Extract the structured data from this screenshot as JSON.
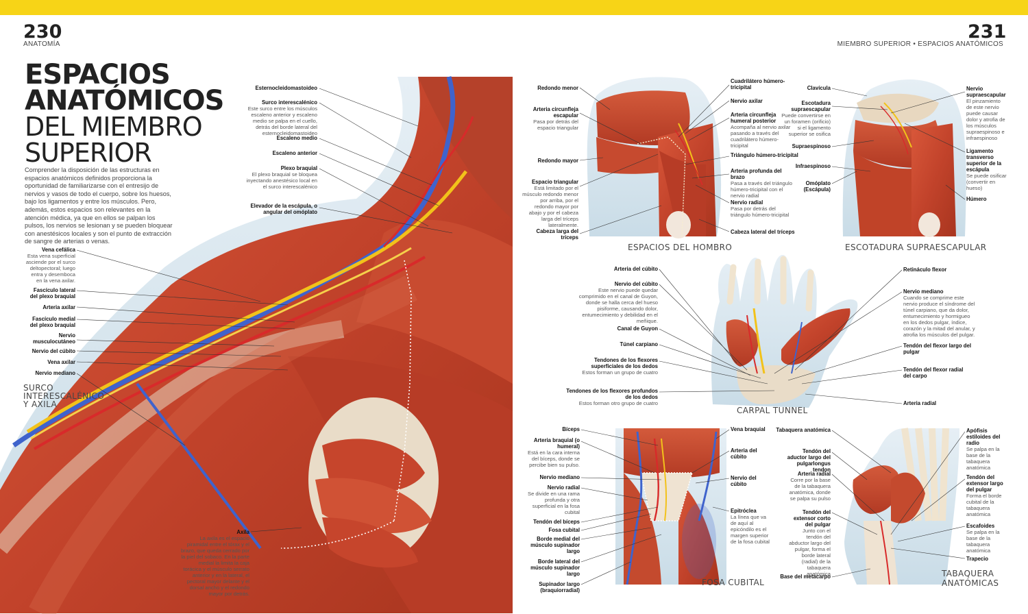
{
  "left_page": {
    "number": "230",
    "section": "ANATOMÍA",
    "title_line1": "ESPACIOS",
    "title_line2": "ANATÓMICOS",
    "title_line3": "DEL MIEMBRO",
    "title_line4": "SUPERIOR",
    "intro": "Comprender la disposición de las estructuras en espacios anatómicos definidos proporciona la oportunidad de familiarizarse con el entresijo de nervios y vasos de todo el cuerpo, sobre los huesos, bajo los ligamentos y entre los músculos. Pero, además, estos espacios son relevantes en la atención médica, ya que en ellos se palpan los pulsos, los nervios se lesionan y se pueden bloquear con anestésicos locales y son el punto de extracción de sangre de arterias o venas.",
    "main_caption_1": "SURCO",
    "main_caption_2": "INTERESCALÉNICO",
    "main_caption_3": "Y AXILA",
    "labels": {
      "esternocleido": {
        "title": "Esternocleidomastoideo",
        "desc": ""
      },
      "surco": {
        "title": "Surco interescalénico",
        "desc": "Este surco entre los músculos escaleno anterior y escaleno medio se palpa en el cuello, detrás del borde lateral del esternocleidomastoideo"
      },
      "escaleno_medio": {
        "title": "Escaleno medio",
        "desc": ""
      },
      "escaleno_anterior": {
        "title": "Escaleno anterior",
        "desc": ""
      },
      "plexo": {
        "title": "Plexo braquial",
        "desc": "El plexo braquial se bloquea inyectando anestésico local en el surco interescalénico"
      },
      "elevador": {
        "title": "Elevador de la escápula, o angular del omóplato",
        "desc": ""
      },
      "vena_cefalica": {
        "title": "Vena cefálica",
        "desc": "Esta vena superficial asciende por el surco deltopectoral; luego entra y desemboca en la vena axilar."
      },
      "fasciculo_lateral": {
        "title": "Fascículo lateral del plexo braquial",
        "desc": ""
      },
      "arteria_axilar": {
        "title": "Arteria axilar",
        "desc": ""
      },
      "fasciculo_medial": {
        "title": "Fascículo medial del plexo braquial",
        "desc": ""
      },
      "musculocutaneo": {
        "title": "Nervio musculocutáneo",
        "desc": ""
      },
      "nervio_cubito": {
        "title": "Nervio del cúbito",
        "desc": ""
      },
      "vena_axilar": {
        "title": "Vena axilar",
        "desc": ""
      },
      "nervio_mediano": {
        "title": "Nervio mediano",
        "desc": ""
      },
      "axila": {
        "title": "Axila",
        "desc": "La axila es el espacio piramidal entre el tórax y el brazo, que queda cerrado por la piel del sobaco. En la parte medial la limita la caja torácica y el músculo serrato anterior y en la lateral, el pectoral mayor delante y el dorsal ancho y el redondo mayor por detrás."
      }
    }
  },
  "right_page": {
    "number": "231",
    "section": "MIEMBRO SUPERIOR • ESPACIOS ANATÓMICOS",
    "captions": {
      "hombro": "ESPACIOS DEL HOMBRO",
      "escotadura": "ESCOTADURA SUPRAESCAPULAR",
      "carpal": "CARPAL TUNNEL",
      "fosa": "FOSA CUBITAL",
      "tabaquera_1": "TABAQUERA",
      "tabaquera_2": "ANATÓMICAS"
    },
    "hombro": {
      "redondo_menor": {
        "title": "Redondo menor",
        "desc": ""
      },
      "arteria_circ_esc": {
        "title": "Arteria circunfleja escapular",
        "desc": "Pasa por detrás del espacio triangular"
      },
      "redondo_mayor": {
        "title": "Redondo mayor",
        "desc": ""
      },
      "espacio_triangular": {
        "title": "Espacio triangular",
        "desc": "Está limitado por el músculo redondo menor por arriba, por el redondo mayor por abajo y por el cabeza larga del tríceps lateralmente."
      },
      "cabeza_larga": {
        "title": "Cabeza larga del tríceps",
        "desc": ""
      },
      "cuadrilatero": {
        "title": "Cuadrilátero húmero-tricipital",
        "desc": ""
      },
      "nervio_axilar": {
        "title": "Nervio axilar",
        "desc": ""
      },
      "arteria_circ_hum": {
        "title": "Arteria circunfleja humeral posterior",
        "desc": "Acompaña al nervio axilar pasando a través del cuadrilátero húmero-tricipital"
      },
      "triangulo": {
        "title": "Triángulo húmero-tricipital",
        "desc": ""
      },
      "arteria_profunda": {
        "title": "Arteria profunda del brazo",
        "desc": "Pasa a través del triángulo húmero-tricipital con el nervio radial"
      },
      "nervio_radial": {
        "title": "Nervio radial",
        "desc": "Pasa por detrás del triángulo húmero-tricipital"
      },
      "cabeza_lateral": {
        "title": "Cabeza lateral del tríceps",
        "desc": ""
      }
    },
    "escotadura": {
      "clavicula": {
        "title": "Clavícula",
        "desc": ""
      },
      "escotadura": {
        "title": "Escotadura supraescapular",
        "desc": "Puede convertirse en un foramen (orificio) si el ligamento superior se osifica"
      },
      "supraespinoso": {
        "title": "Supraespinoso",
        "desc": ""
      },
      "infraespinoso": {
        "title": "Infraespinoso",
        "desc": ""
      },
      "omoplato": {
        "title": "Omóplato (Escápula)",
        "desc": ""
      },
      "nervio_supra": {
        "title": "Nervio supraescapular",
        "desc": "El pinzamiento de este nervio puede causar dolor y atrofia de los músculos supraespinoso e infraespinoso"
      },
      "ligamento": {
        "title": "Ligamento transverso superior de la escápula",
        "desc": "Se puede osificar (convertir en hueso)"
      },
      "humero": {
        "title": "Húmero",
        "desc": ""
      }
    },
    "carpal": {
      "arteria_cubito": {
        "title": "Arteria del cúbito",
        "desc": ""
      },
      "nervio_cubito": {
        "title": "Nervio del cúbito",
        "desc": "Este nervio puede quedar comprimido en el canal de Guyon, donde se halla cerca del hueso pisiforme, causando dolor, entumecimiento y debilidad en el meñique."
      },
      "canal_guyon": {
        "title": "Canal de Guyon",
        "desc": ""
      },
      "tunel": {
        "title": "Túnel carpiano",
        "desc": ""
      },
      "tendones_sup": {
        "title": "Tendones de los flexores superficiales de los dedos",
        "desc": "Estos forman un grupo de cuatro"
      },
      "tendones_prof": {
        "title": "Tendones de los flexores profundos de los dedos",
        "desc": "Estos forman otro grupo de cuatro"
      },
      "retinaculo": {
        "title": "Retináculo flexor",
        "desc": ""
      },
      "nervio_mediano": {
        "title": "Nervio mediano",
        "desc": "Cuando se comprime este nervio produce el síndrome del túnel carpiano, que da dolor, entumecimiento y hormigueo en los dedos pulgar, índice, corazón y la mitad del anular, y atrofia los músculos del pulgar."
      },
      "tendon_largo": {
        "title": "Tendón del flexor largo del pulgar",
        "desc": ""
      },
      "tendon_radial": {
        "title": "Tendón del flexor radial del carpo",
        "desc": ""
      },
      "arteria_radial": {
        "title": "Arteria radial",
        "desc": ""
      }
    },
    "fosa": {
      "biceps": {
        "title": "Bíceps",
        "desc": ""
      },
      "arteria_braquial": {
        "title": "Arteria braquial (o humeral)",
        "desc": "Está en la cara interna del bíceps, donde se percibe bien su pulso."
      },
      "nervio_mediano": {
        "title": "Nervio mediano",
        "desc": ""
      },
      "nervio_radial": {
        "title": "Nervio radial",
        "desc": "Se divide en una rama profunda y otra superficial en la fosa cubital"
      },
      "tendon_biceps": {
        "title": "Tendón del bíceps",
        "desc": ""
      },
      "fosa_cubital": {
        "title": "Fosa cubital",
        "desc": ""
      },
      "borde_medial": {
        "title": "Borde medial del músculo supinador largo",
        "desc": ""
      },
      "borde_lateral": {
        "title": "Borde lateral del músculo supinador largo",
        "desc": ""
      },
      "supinador": {
        "title": "Supinador largo (braquiorradial)",
        "desc": ""
      },
      "vena_braquial": {
        "title": "Vena braquial",
        "desc": ""
      },
      "arteria_cubito": {
        "title": "Arteria del cúbito",
        "desc": ""
      },
      "nervio_cubito": {
        "title": "Nervio del cúbito",
        "desc": ""
      },
      "epitroclea": {
        "title": "Epitróclea",
        "desc": "La línea que va de aquí al epicóndilo es el margen superior de la fosa cubital"
      }
    },
    "tabaquera": {
      "tabaquera": {
        "title": "Tabaquera anatómica",
        "desc": ""
      },
      "tendon_abductor": {
        "title": "Tendón del aductor largo del pulgarlongus tendon",
        "desc": ""
      },
      "arteria_radial": {
        "title": "Arteria radial",
        "desc": "Corre por la base de la tabaquera anatómica, donde se palpa su pulso"
      },
      "tendon_corto": {
        "title": "Tendón del extensor corto del pulgar",
        "desc": "Junto con el tendón del abductor largo del pulgar, forma el borde lateral (radial) de la tabaquera anatómica"
      },
      "base_metacarpo": {
        "title": "Base del metacarpo",
        "desc": ""
      },
      "apofisis": {
        "title": "Apófisis estiloides del radio",
        "desc": "Se palpa en la base de la tabaquera anatómica"
      },
      "tendon_largo": {
        "title": "Tendón del extensor largo del pulgar",
        "desc": "Forma el borde cubital de la tabaquera anatómica"
      },
      "escafoides": {
        "title": "Escafoides",
        "desc": "Se palpa en la base de la tabaquera anatómica"
      },
      "trapecio": {
        "title": "Trapecio",
        "desc": ""
      }
    }
  },
  "colors": {
    "accent_bar": "#f7d417",
    "muscle": "#c8442c",
    "vein": "#3a5fc8",
    "nerve": "#f2c21a",
    "artery": "#d82a2a",
    "skin_halo": "#cfe0ea"
  }
}
